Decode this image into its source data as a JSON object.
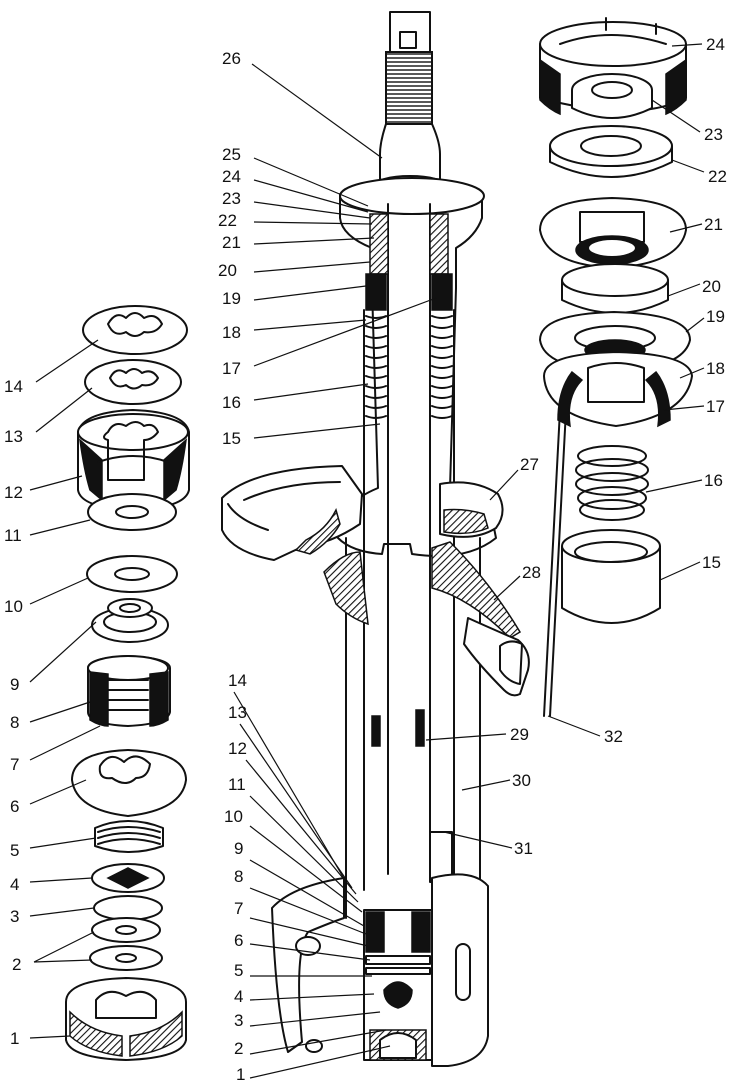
{
  "diagram": {
    "callouts": {
      "left_stack": [
        "14",
        "13",
        "12",
        "11",
        "10",
        "9",
        "8",
        "7",
        "6",
        "5",
        "4",
        "3",
        "2",
        "1"
      ],
      "main_upper": [
        "26",
        "25",
        "24",
        "23",
        "22",
        "21",
        "20",
        "19",
        "18",
        "17",
        "16",
        "15"
      ],
      "main_lower": [
        "14",
        "13",
        "12",
        "11",
        "10",
        "9",
        "8",
        "7",
        "6",
        "5",
        "4",
        "3",
        "2",
        "1"
      ],
      "right_stack": [
        "24",
        "23",
        "22",
        "21",
        "20",
        "19",
        "18",
        "17",
        "16",
        "15"
      ],
      "main_right": [
        "27",
        "28",
        "29",
        "30",
        "31",
        "32"
      ]
    }
  }
}
